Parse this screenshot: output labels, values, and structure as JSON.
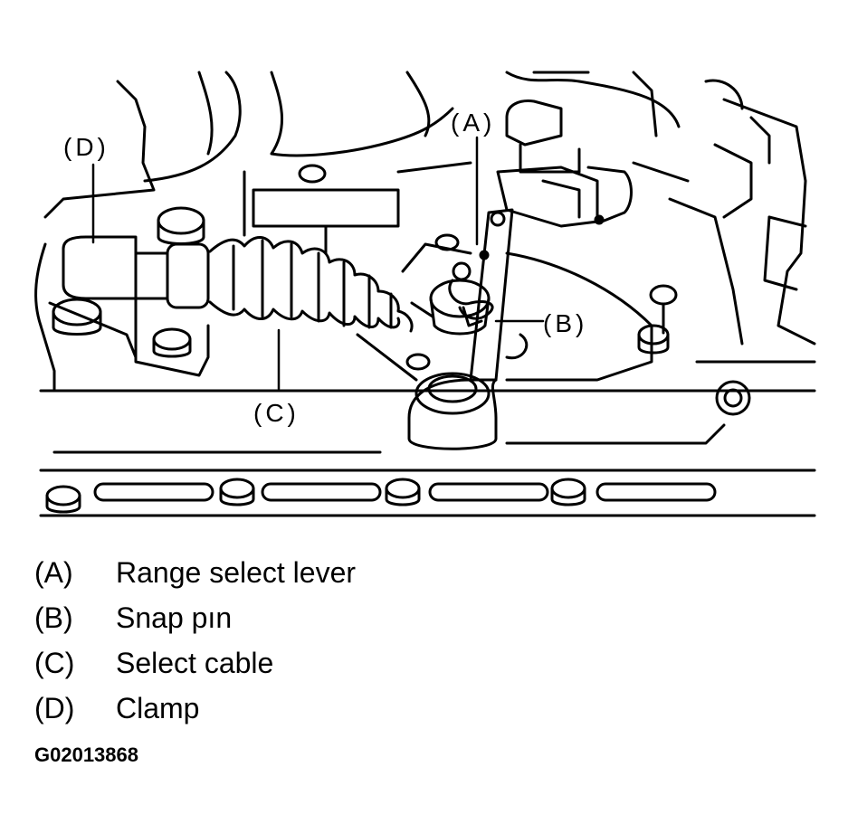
{
  "callouts": {
    "a": "(A)",
    "b": "(B)",
    "c": "(C)",
    "d": "(D)"
  },
  "legend": [
    {
      "key": "(A)",
      "text": "Range select lever"
    },
    {
      "key": "(B)",
      "text": "Snap pın"
    },
    {
      "key": "(C)",
      "text": "Select cable"
    },
    {
      "key": "(D)",
      "text": "Clamp"
    }
  ],
  "figure_id": "G02013868"
}
